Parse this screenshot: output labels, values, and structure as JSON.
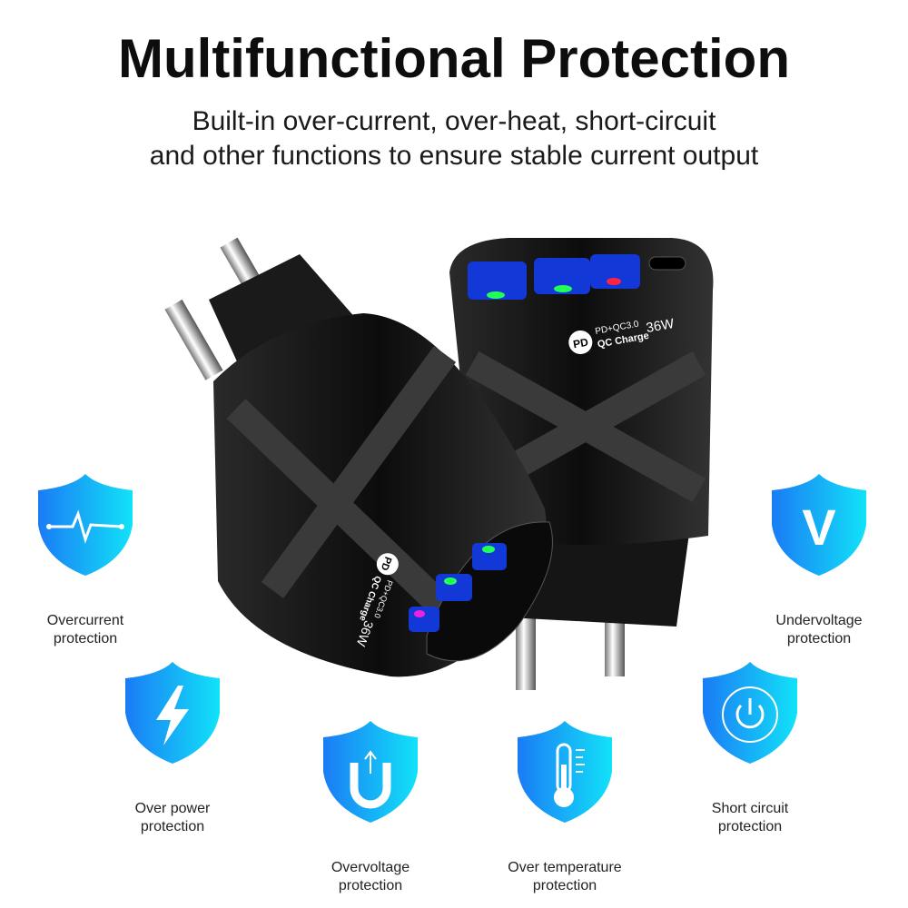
{
  "header": {
    "title": "Multifunctional Protection",
    "subtitle_line1": "Built-in over-current, over-heat, short-circuit",
    "subtitle_line2": "and other functions to ensure stable current output"
  },
  "product": {
    "badge": "PD",
    "line1": "PD+QC3.0",
    "line2": "QC Charge",
    "power": "36W"
  },
  "colors": {
    "shield_left": "#1a7cf5",
    "shield_right": "#12e2f8",
    "charger": "#111111"
  },
  "features": [
    {
      "icon": "heartbeat-icon",
      "line1": "Overcurrent",
      "line2": "protection"
    },
    {
      "icon": "letter-v-icon",
      "line1": "Undervoltage",
      "line2": "protection"
    },
    {
      "icon": "lightning-icon",
      "line1": "Over power",
      "line2": "protection"
    },
    {
      "icon": "power-icon",
      "line1": "Short circuit",
      "line2": "protection"
    },
    {
      "icon": "u-turn-arrow-icon",
      "line1": "Overvoltage",
      "line2": "protection"
    },
    {
      "icon": "thermometer-icon",
      "line1": "Over temperature",
      "line2": "protection"
    }
  ]
}
